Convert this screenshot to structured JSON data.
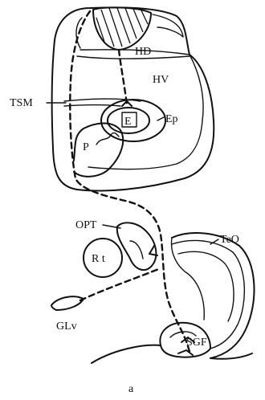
{
  "labels": {
    "hd": "HD",
    "hv": "HV",
    "tsm": "TSM",
    "e": "E",
    "ep": "Ep",
    "p": "P",
    "opt": "OPT",
    "rt": "R t",
    "teo": "TeO",
    "glv": "GLv",
    "sgf": "SGF",
    "panel": "a"
  }
}
